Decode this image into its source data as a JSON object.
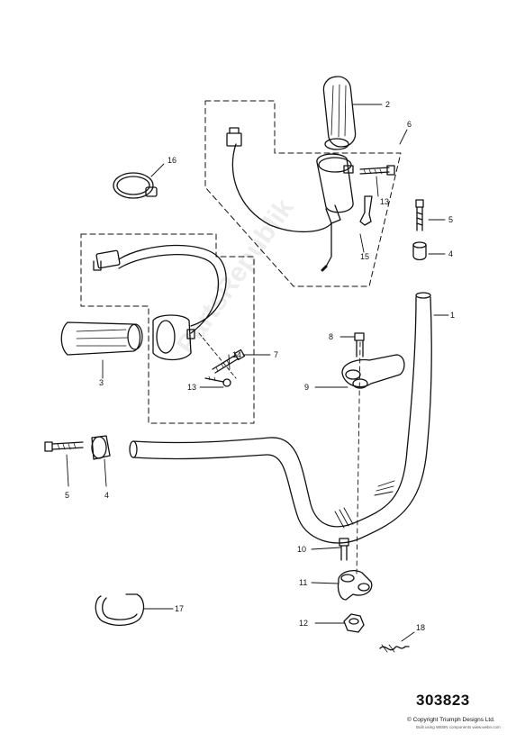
{
  "callouts": [
    {
      "id": "c1",
      "label": "1"
    },
    {
      "id": "c2",
      "label": "2"
    },
    {
      "id": "c3",
      "label": "3"
    },
    {
      "id": "c4a",
      "label": "4"
    },
    {
      "id": "c4b",
      "label": "4"
    },
    {
      "id": "c5a",
      "label": "5"
    },
    {
      "id": "c5b",
      "label": "5"
    },
    {
      "id": "c6",
      "label": "6"
    },
    {
      "id": "c7",
      "label": "7"
    },
    {
      "id": "c8",
      "label": "8"
    },
    {
      "id": "c9",
      "label": "9"
    },
    {
      "id": "c10",
      "label": "10"
    },
    {
      "id": "c11",
      "label": "11"
    },
    {
      "id": "c12",
      "label": "12"
    },
    {
      "id": "c13a",
      "label": "13"
    },
    {
      "id": "c13b",
      "label": "13"
    },
    {
      "id": "c14",
      "label": "14"
    },
    {
      "id": "c15",
      "label": "15"
    },
    {
      "id": "c16",
      "label": "16"
    },
    {
      "id": "c17",
      "label": "17"
    },
    {
      "id": "c18",
      "label": "18"
    }
  ],
  "footer": {
    "reference_number": "303823",
    "copyright": "© Copyright Triumph Designs Ltd.",
    "built_by": "Built using WEBN components  www.webn.com"
  },
  "watermark": "PartsRepublik"
}
